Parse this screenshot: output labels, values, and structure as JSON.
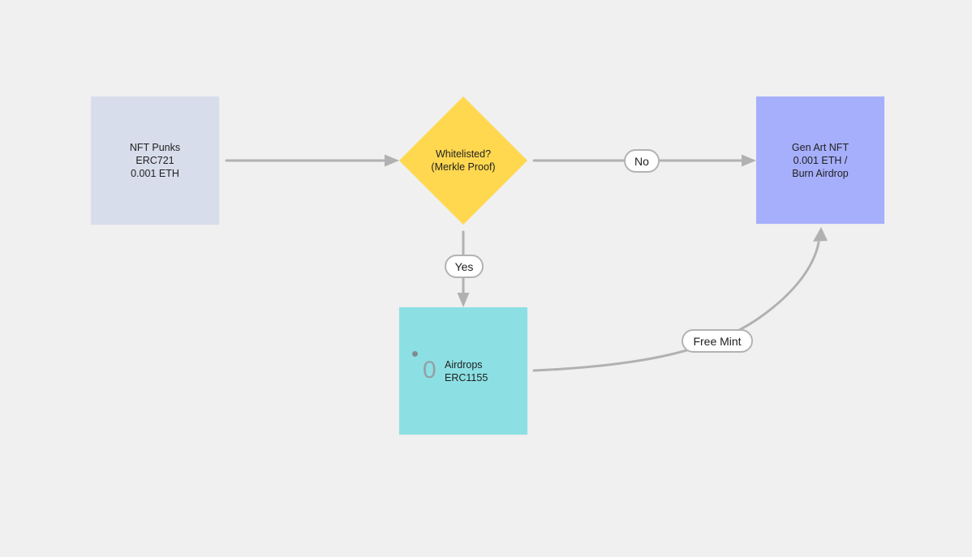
{
  "diagram": {
    "background_color": "#f0f0f0",
    "edge_color": "#b1b1b1",
    "edge_label_border_color": "#b3b3b3",
    "text_color": "#1f1f1f",
    "nodes": {
      "nft_punks": {
        "color": "#d8ddeb",
        "lines": [
          "NFT Punks",
          "ERC721",
          "0.001 ETH"
        ]
      },
      "whitelisted": {
        "color": "#ffd84f",
        "shape": "diamond",
        "lines": [
          "Whitelisted?",
          "(Merkle Proof)"
        ]
      },
      "gen_art": {
        "color": "#a6affb",
        "lines": [
          "Gen Art NFT",
          "0.001 ETH /",
          "Burn Airdrop"
        ]
      },
      "airdrops": {
        "color": "#8ce0e4",
        "lines": [
          "Airdrops",
          "ERC1155"
        ],
        "index_badge": "0"
      }
    },
    "edge_labels": {
      "no": "No",
      "yes": "Yes",
      "free_mint": "Free Mint"
    }
  }
}
